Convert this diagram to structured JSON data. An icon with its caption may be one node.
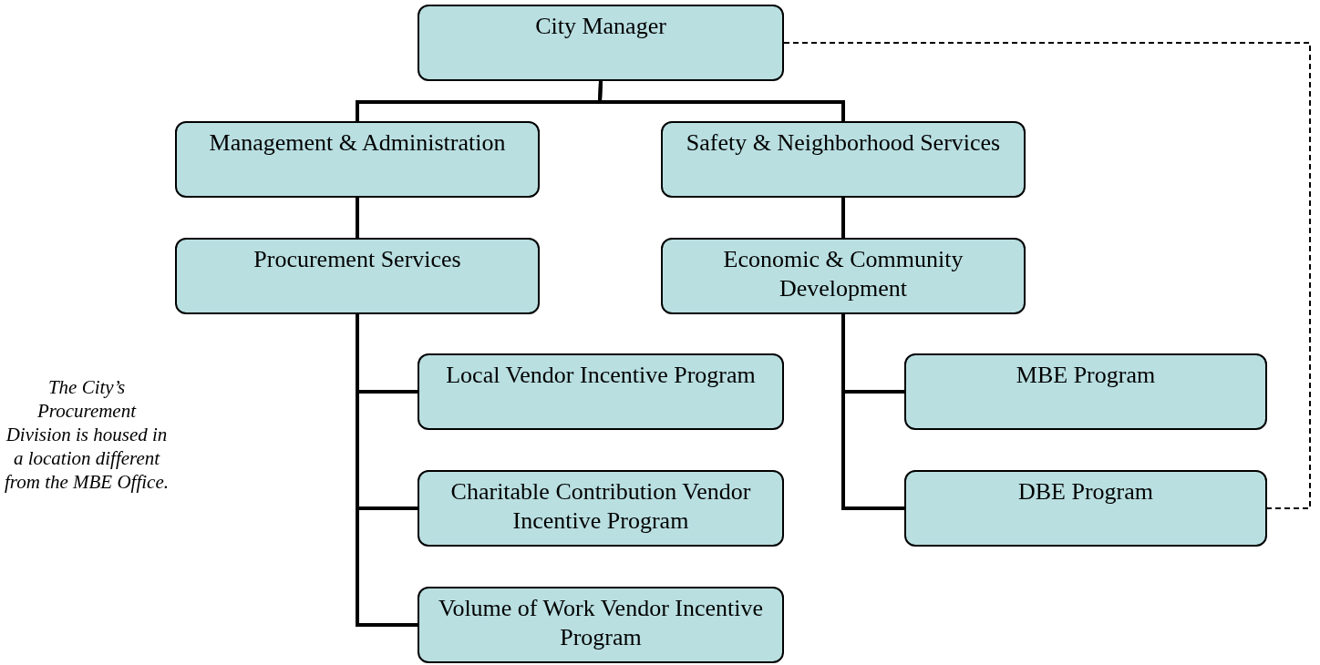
{
  "diagram": {
    "nodes": [
      {
        "text": [
          "City Manager"
        ]
      },
      {
        "text": [
          "Management & Administration"
        ]
      },
      {
        "text": [
          "Safety & Neighborhood Services"
        ]
      },
      {
        "text": [
          "Procurement Services"
        ]
      },
      {
        "text": [
          "Economic & Community Development"
        ]
      },
      {
        "text": [
          "Local Vendor Incentive Program"
        ]
      },
      {
        "text": [
          "Charitable Contribution Vendor Incentive Program"
        ]
      },
      {
        "text": [
          "Volume of Work Vendor Incentive Program"
        ]
      },
      {
        "text": [
          "MBE Program"
        ]
      },
      {
        "text": [
          "DBE Program"
        ]
      }
    ],
    "edges": [
      {
        "from": 0,
        "to": 1,
        "arrow": "none"
      },
      {
        "from": 0,
        "to": 2,
        "arrow": "none"
      },
      {
        "from": 1,
        "to": 3,
        "arrow": "none"
      },
      {
        "from": 2,
        "to": 4,
        "arrow": "none"
      },
      {
        "from": 3,
        "to": 5,
        "arrow": "none"
      },
      {
        "from": 3,
        "to": 6,
        "arrow": "none"
      },
      {
        "from": 3,
        "to": 7,
        "arrow": "none"
      },
      {
        "from": 4,
        "to": 8,
        "arrow": "none"
      },
      {
        "from": 4,
        "to": 9,
        "arrow": "none"
      },
      {
        "from": 0,
        "to": 9,
        "arrow": "none",
        "style": "dashed"
      }
    ],
    "labels": [
      "The City’s Procurement Division is housed in a location different from the MBE Office."
    ]
  }
}
